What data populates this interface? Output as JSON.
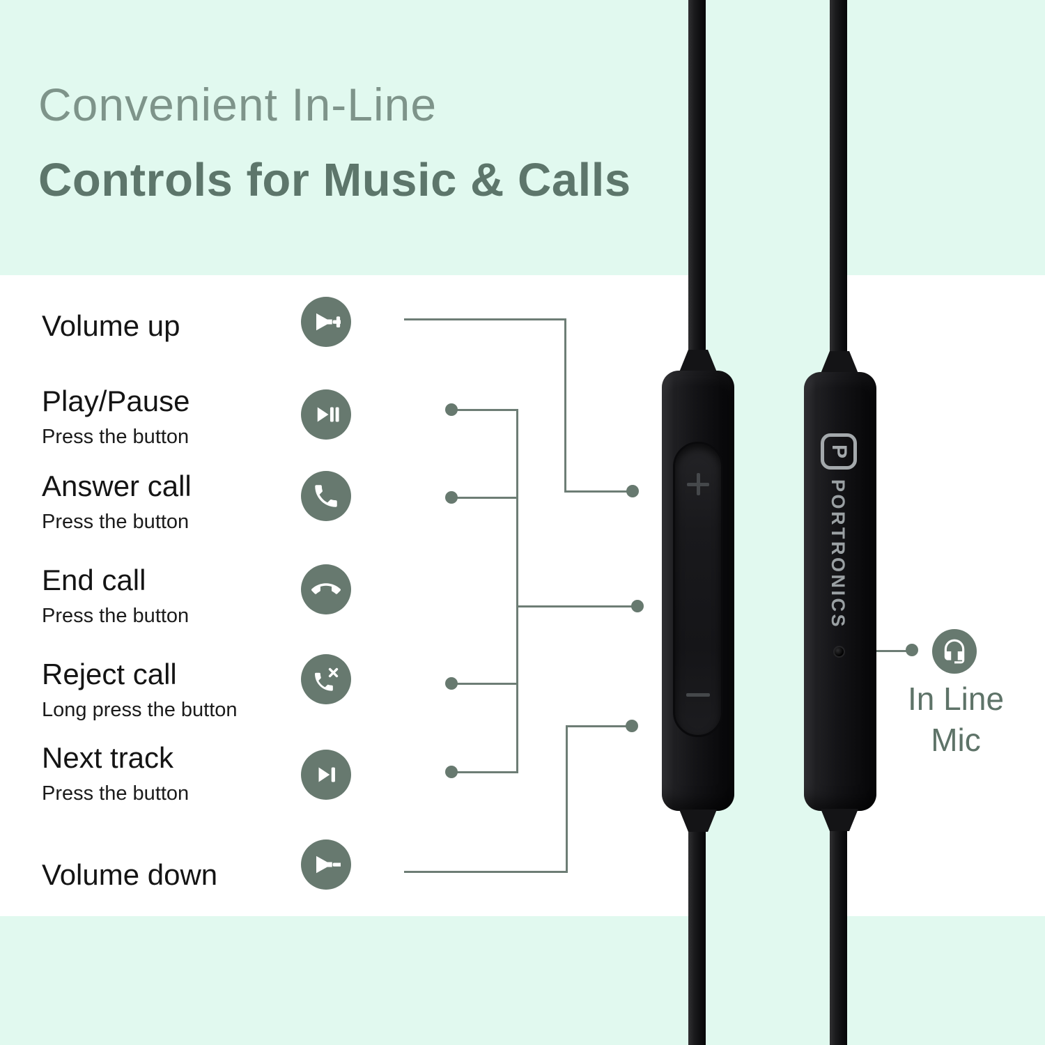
{
  "header": {
    "title_line1": "Convenient In-Line",
    "title_line2": "Controls for Music & Calls"
  },
  "controls": [
    {
      "label": "Volume up",
      "sub": "",
      "icon": "volume-up"
    },
    {
      "label": "Play/Pause",
      "sub": "Press the button",
      "icon": "play-pause"
    },
    {
      "label": "Answer call",
      "sub": "Press the button",
      "icon": "answer-call"
    },
    {
      "label": "End call",
      "sub": "Press the button",
      "icon": "end-call"
    },
    {
      "label": "Reject call",
      "sub": "Long press the button",
      "icon": "reject-call"
    },
    {
      "label": "Next track",
      "sub": "Press the button",
      "icon": "next-track"
    },
    {
      "label": "Volume down",
      "sub": "",
      "icon": "volume-down"
    }
  ],
  "device": {
    "brand": "PORTRONICS",
    "logo_letter": "P"
  },
  "mic_label": {
    "line1": "In Line",
    "line2": "Mic"
  },
  "colors": {
    "mint_background": "#e1f9ef",
    "panel_white": "#ffffff",
    "icon_slate": "#67796f",
    "callout_line": "#6d7d75",
    "title_light": "#7e948a",
    "title_bold": "#5d766b",
    "body_text": "#141414",
    "brand_silver": "#9aa0a3"
  }
}
